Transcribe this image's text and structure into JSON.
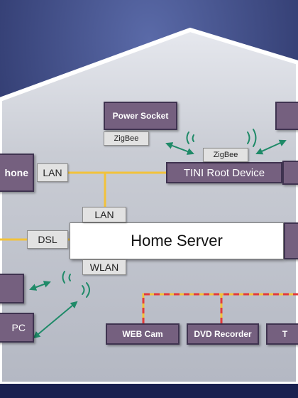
{
  "devices": {
    "power_socket": "Power Socket",
    "phone": "hone",
    "tini_root": "TINI Root Device",
    "home_server": "Home Server",
    "web_cam": "WEB Cam",
    "dvd_recorder": "DVD Recorder",
    "pc": "PC",
    "right_partial": "T"
  },
  "links": {
    "zigbee_socket": "ZigBee",
    "zigbee_tini": "ZigBee",
    "lan_phone": "LAN",
    "lan_server": "LAN",
    "dsl": "DSL",
    "wlan": "WLAN"
  },
  "colors": {
    "background_dark": "#1a2150",
    "house_fill": "#c9ccd4",
    "device_fill": "#75607f",
    "cable_yellow": "#f2c23a",
    "bus_red_dashed": "#e23b3b",
    "wireless_green": "#1f8a68"
  }
}
